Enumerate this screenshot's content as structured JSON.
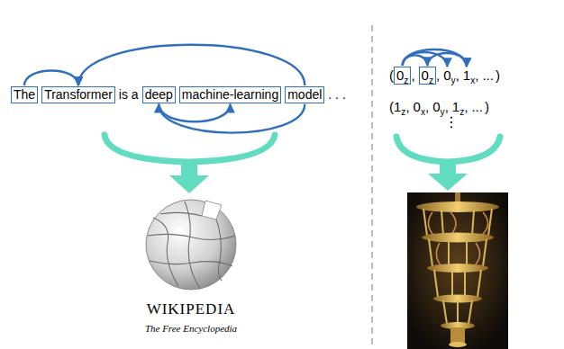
{
  "diagram": {
    "nodes": [
      {
        "text": [
          "The"
        ]
      },
      {
        "text": [
          "Transformer"
        ]
      },
      {
        "text": [
          "deep"
        ]
      },
      {
        "text": [
          "machine-learning"
        ]
      },
      {
        "text": [
          "model"
        ]
      },
      {
        "text": [
          "0",
          "z"
        ]
      },
      {
        "text": [
          "0",
          "z"
        ]
      }
    ],
    "edges": [
      {
        "from": 0,
        "to": 1,
        "arrow": "to"
      },
      {
        "from": 4,
        "to": 1,
        "arrow": "to"
      },
      {
        "from": 2,
        "to": 3,
        "arrow": "to"
      },
      {
        "from": 4,
        "to": 2,
        "arrow": "to"
      },
      {
        "from": 5,
        "to": 6,
        "arrow": "to"
      }
    ],
    "labels": [
      "is a",
      ". . .",
      "(",
      ",",
      ",",
      "0",
      "y",
      ",",
      "1",
      "x",
      ",",
      "...",
      ")",
      "(",
      "1",
      "z",
      ",",
      "0",
      "x",
      ",",
      "0",
      "y",
      ",",
      "1",
      "z",
      ",",
      "...",
      ")",
      "⋮",
      "WIKIPEDIA",
      "The Free Encyclopedia"
    ]
  }
}
